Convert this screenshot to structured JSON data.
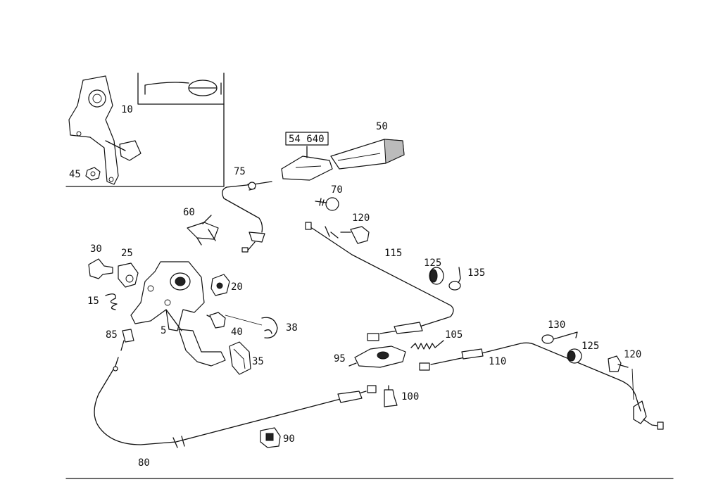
{
  "diagram": {
    "callouts": {
      "c10": "10",
      "c45": "45",
      "c50": "50",
      "c54640": "54 640",
      "c75": "75",
      "c70": "70",
      "c60": "60",
      "c120a": "120",
      "c115": "115",
      "c125a": "125",
      "c135": "135",
      "c30": "30",
      "c25": "25",
      "c20": "20",
      "c15": "15",
      "c38": "38",
      "c40": "40",
      "c5": "5",
      "c85": "85",
      "c35": "35",
      "c105": "105",
      "c95": "95",
      "c110": "110",
      "c130": "130",
      "c125b": "125",
      "c120b": "120",
      "c100": "100",
      "c90": "90",
      "c80": "80"
    }
  }
}
